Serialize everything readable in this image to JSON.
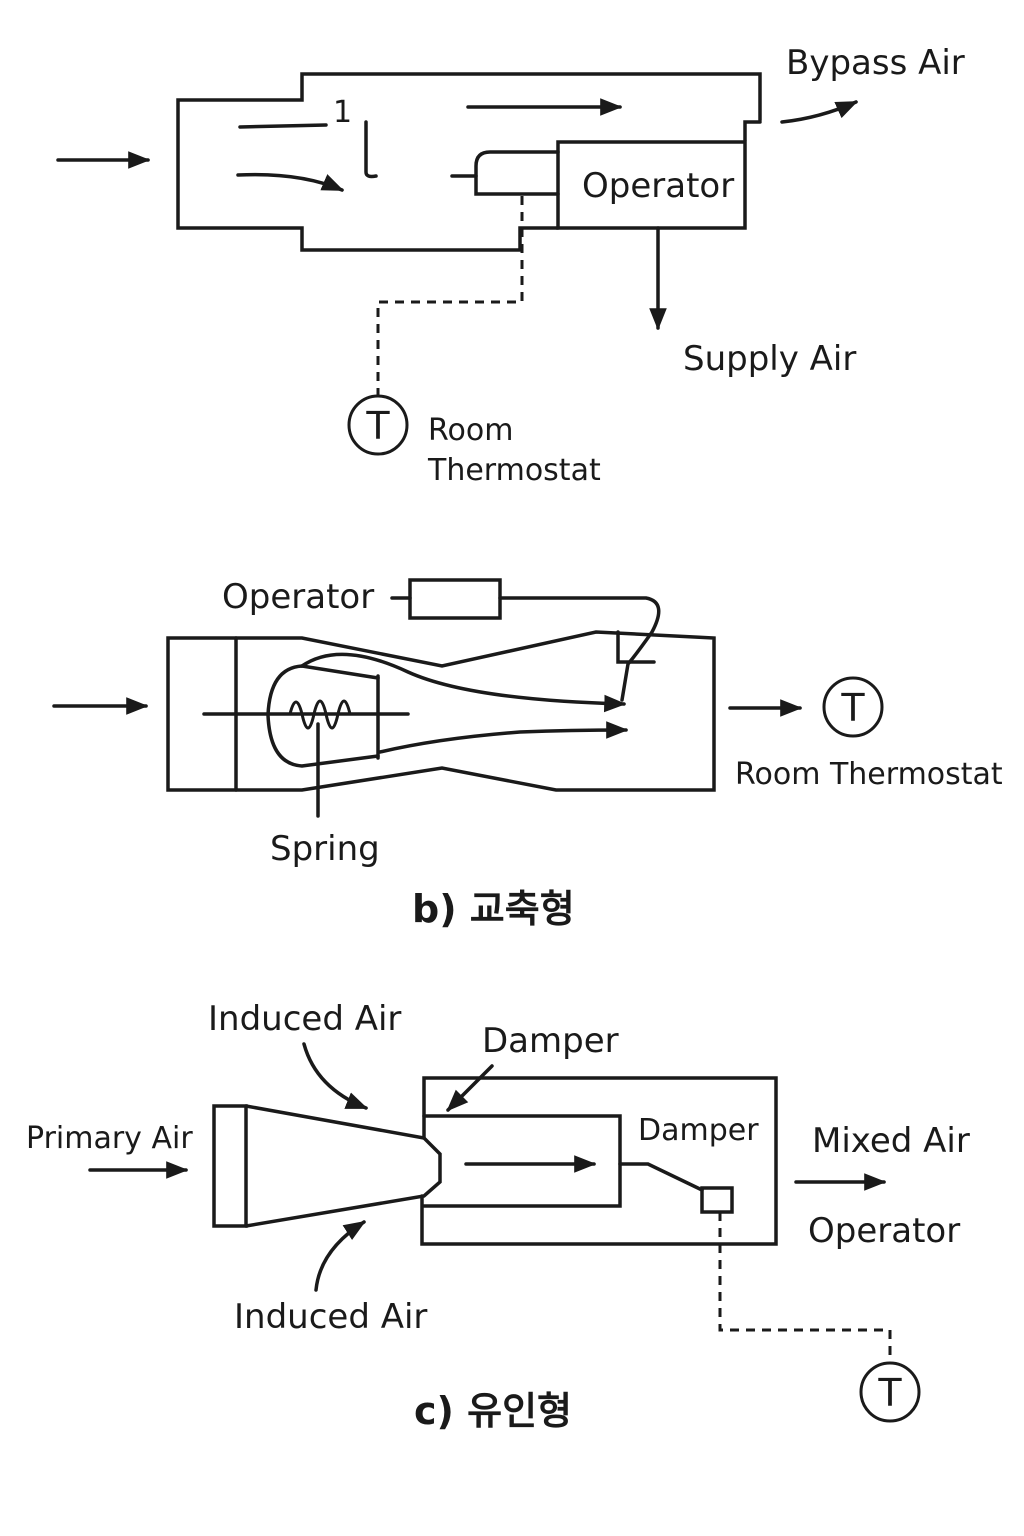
{
  "diagram_a": {
    "labels": {
      "bypass_air": "Bypass Air",
      "operator": "Operator",
      "supply_air": "Supply Air",
      "room": "Room",
      "thermostat": "Thermostat",
      "number_mark": "1",
      "thermostat_symbol": "T"
    }
  },
  "diagram_b": {
    "labels": {
      "operator": "Operator",
      "room_thermostat": "Room Thermostat",
      "spring": "Spring",
      "thermostat_symbol": "T"
    },
    "caption": "b) 교축형"
  },
  "diagram_c": {
    "labels": {
      "induced_air_top": "Induced Air",
      "induced_air_bottom": "Induced Air",
      "damper_top": "Damper",
      "damper_inner": "Damper",
      "primary_air": "Primary Air",
      "mixed_air": "Mixed Air",
      "operator": "Operator",
      "thermostat_symbol": "T"
    },
    "caption": "c) 유인형"
  }
}
